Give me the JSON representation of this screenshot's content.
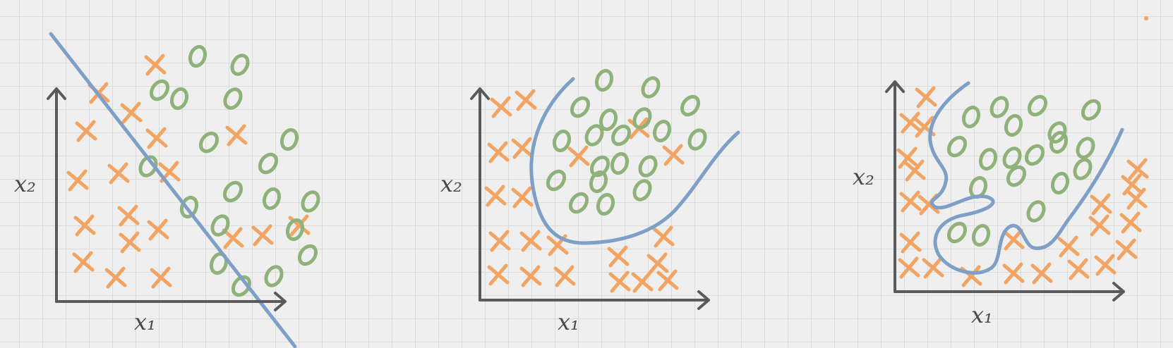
{
  "panels": [
    {
      "id": "linear",
      "x_axis_label": "x₁",
      "y_axis_label": "x₂",
      "class_a_name": "x",
      "class_b_name": "o",
      "boundary_type": "linear"
    },
    {
      "id": "curved",
      "x_axis_label": "x₁",
      "y_axis_label": "x₂",
      "class_a_name": "x",
      "class_b_name": "o",
      "boundary_type": "smooth-curve"
    },
    {
      "id": "wiggly",
      "x_axis_label": "x₁",
      "y_axis_label": "x₂",
      "class_a_name": "x",
      "class_b_name": "o",
      "boundary_type": "complex-curve"
    }
  ],
  "colors": {
    "cross": "#f3a462",
    "circle": "#8fb27a",
    "boundary": "#7e9fc6",
    "axis": "#5a5a5a",
    "grid": "#dcdcdc",
    "background": "#efefef"
  }
}
